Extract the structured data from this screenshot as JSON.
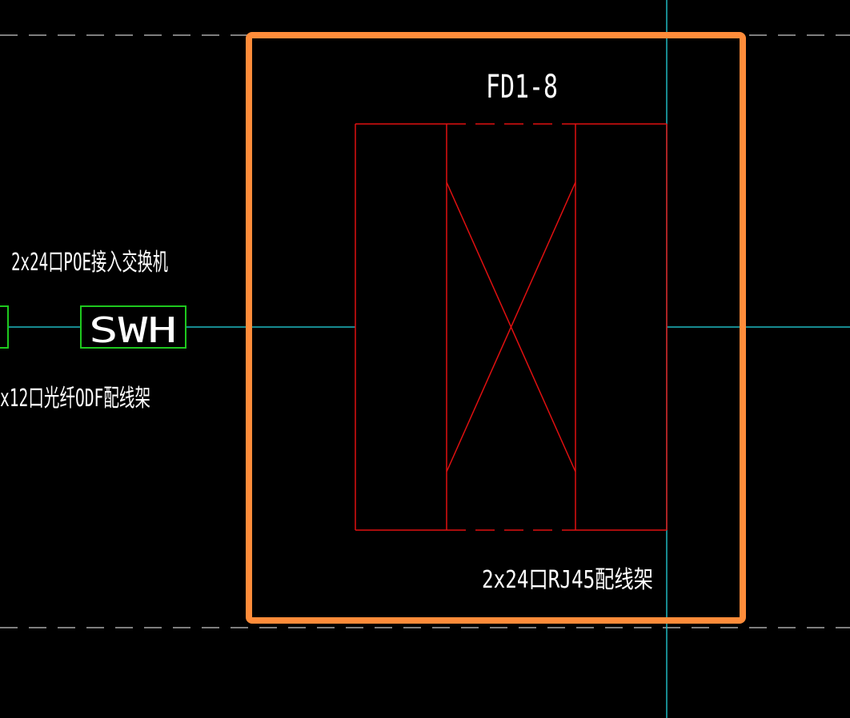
{
  "colors": {
    "background": "#000000",
    "dashed_line": "#a8a8a8",
    "cyan_line": "#1fb8c0",
    "green_box": "#1ec81e",
    "red_patch_panel": "#e01010",
    "selection": "#ff8c3a",
    "text": "#ffffff"
  },
  "labels": {
    "panel_id": "FD1-8",
    "switch_desc": "2x24口POE接入交换机",
    "switch_code": "SWH",
    "odf_desc": "x12口光纤ODF配线架",
    "rj45_desc": "2x24口RJ45配线架"
  }
}
